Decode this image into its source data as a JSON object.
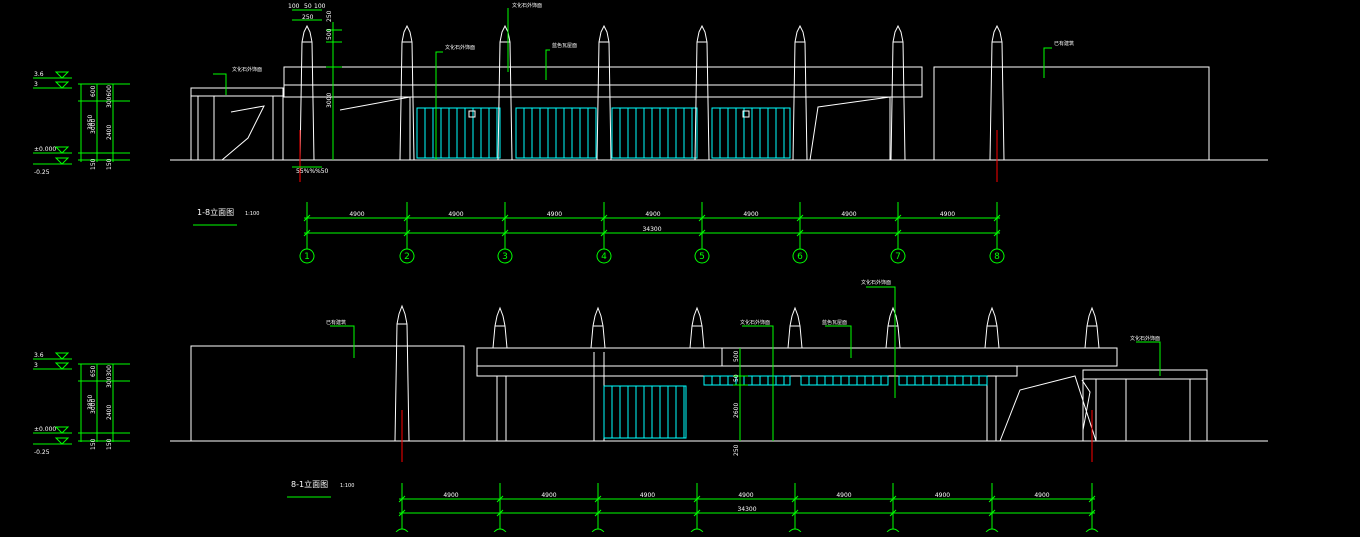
{
  "colors": {
    "background": "#000000",
    "line": "#ffffff",
    "dim": "#00ff00",
    "glass": "#00ffff",
    "axis_mark": "#ff0000"
  },
  "elev1": {
    "title": "1-8立面图",
    "scale": "1:100",
    "level_left": [
      "3.6",
      "3",
      "±0.000",
      "-0.25"
    ],
    "vert_dims_outer": [
      "3850"
    ],
    "vert_dims_inner": [
      "600",
      "3000",
      "150"
    ],
    "vert_dims_inner2": [
      "300600",
      "2400",
      "150"
    ],
    "top_dims": [
      "100",
      "50",
      "100",
      "250",
      "250",
      "500",
      "3000"
    ],
    "bottom_dim": "55%%%50",
    "labels": [
      "文化石外饰面",
      "文化石外饰面",
      "文化石外饰面",
      "蓝色瓦屋面",
      "已有建筑"
    ],
    "spans": [
      "4900",
      "4900",
      "4900",
      "4900",
      "4900",
      "4900",
      "4900"
    ],
    "total": "34300",
    "axes": [
      "1",
      "2",
      "3",
      "4",
      "5",
      "6",
      "7",
      "8"
    ]
  },
  "elev2": {
    "title": "8-1立面图",
    "scale": "1:100",
    "level_left": [
      "3.6",
      "3",
      "±0.000",
      "-0.25"
    ],
    "vert_dims_outer": [
      "3850"
    ],
    "vert_dims_inner": [
      "650",
      "3000",
      "150"
    ],
    "vert_dims_inner2": [
      "300300",
      "2400",
      "150"
    ],
    "mid_dims": [
      "500",
      "50",
      "2600",
      "250"
    ],
    "labels": [
      "已有建筑",
      "文化石外饰面",
      "文化石外饰面",
      "蓝色瓦屋面",
      "文化石外饰面"
    ],
    "spans": [
      "4900",
      "4900",
      "4900",
      "4900",
      "4900",
      "4900",
      "4900"
    ],
    "total": "34300"
  }
}
